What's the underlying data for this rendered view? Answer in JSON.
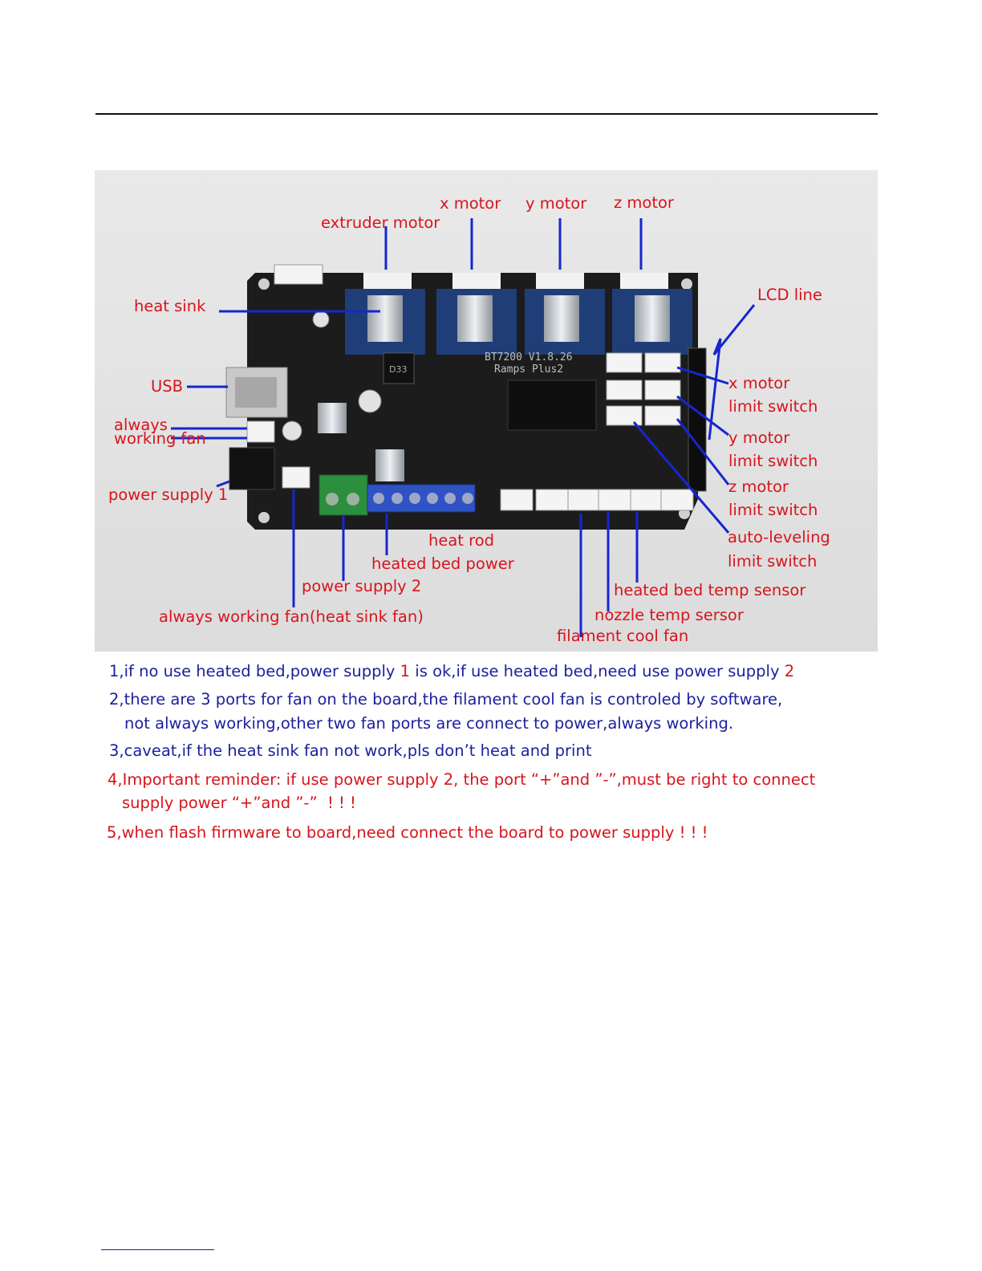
{
  "figure": {
    "labels": {
      "x_motor_top": "x motor",
      "y_motor_top": "y motor",
      "z_motor_top": "z motor",
      "extruder_motor": "extruder motor",
      "heat_sink": "heat sink",
      "lcd_line": "LCD line",
      "usb": "USB",
      "always_fan_1": "always",
      "always_fan_2": "working fan",
      "power_supply_1": "power supply 1",
      "x_limit_1": "x motor",
      "x_limit_2": "limit switch",
      "y_limit_1": "y motor",
      "y_limit_2": "limit switch",
      "z_limit_1": "z motor",
      "z_limit_2": "limit switch",
      "auto_level_1": "auto-leveling",
      "auto_level_2": "limit switch",
      "heat_rod": "heat rod",
      "heated_bed_power": "heated bed power",
      "power_supply_2": "power supply 2",
      "heat_sink_fan": "always working fan(heat sink fan)",
      "bed_temp_sensor": "heated bed temp sensor",
      "nozzle_temp_sensor": "nozzle temp sersor",
      "filament_cool_fan": "filament cool fan"
    },
    "board_text": {
      "model": "BT7200  V1.8.26",
      "name": "Ramps Plus2",
      "chip": "D33"
    }
  },
  "notes": {
    "n1_a": "1,if no use heated bed,power supply ",
    "n1_b": "1",
    "n1_c": " is ok,if use heated bed,need use power supply ",
    "n1_d": "2",
    "n2_line1": "2,there are 3 ports for fan on the board,the filament cool fan is controled by software,",
    "n2_line2": "not always working,other two fan ports are connect to power,always working.",
    "n3": "3,caveat,if the heat sink fan not work,pls don’t heat and print",
    "n4_line1": "4,Important reminder: if use power supply 2, the port “+”and ”-”,must be right to connect",
    "n4_line2": "supply power “+”and ”-”  ! ! !",
    "n5": "5,when flash firmware to board,need connect the board to power supply ! ! !"
  },
  "colors": {
    "label_red": "#d8141c",
    "leader_blue": "#1626d0",
    "note_blue": "#1b1f9e",
    "board": "#1c1c1c"
  }
}
